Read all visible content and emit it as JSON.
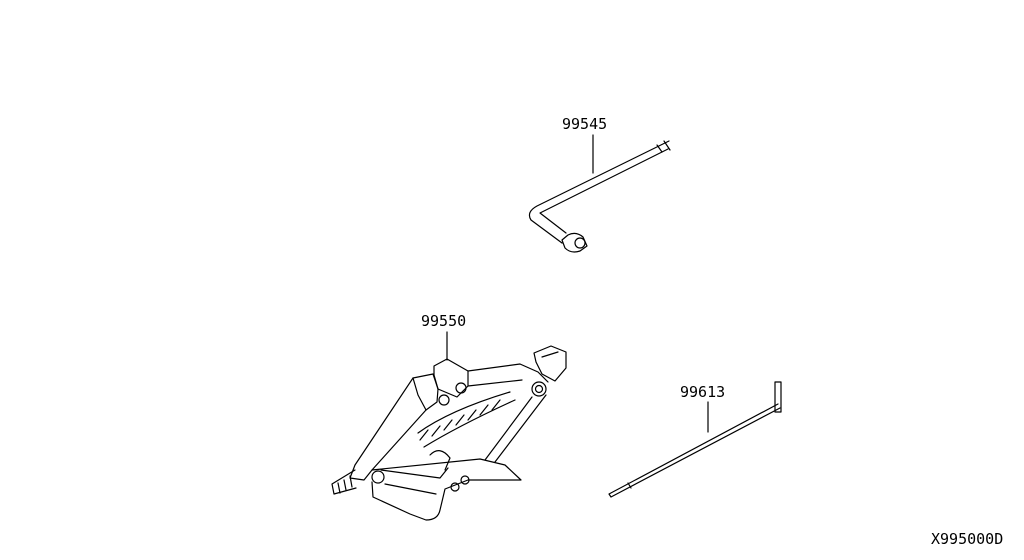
{
  "parts": [
    {
      "part_number": "99545",
      "name": "lug-wrench"
    },
    {
      "part_number": "99550",
      "name": "jack"
    },
    {
      "part_number": "99613",
      "name": "jack-handle"
    }
  ],
  "diagram_code": "X995000D",
  "line_color": "#000000",
  "background": "#ffffff"
}
